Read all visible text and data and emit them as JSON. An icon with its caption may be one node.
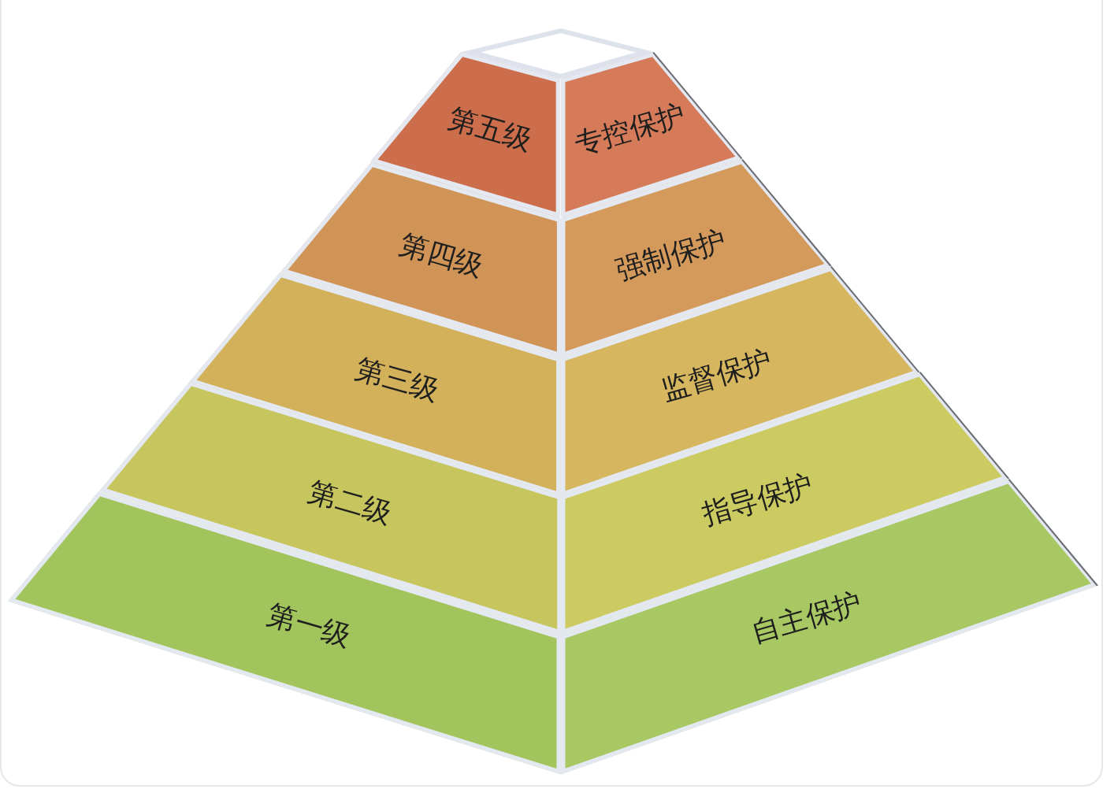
{
  "diagram": {
    "nodes": [
      {
        "text": [],
        "shape": "diamond"
      },
      {
        "text": [
          "第五级"
        ]
      },
      {
        "text": [
          "专控保护"
        ]
      },
      {
        "text": [
          "第四级"
        ]
      },
      {
        "text": [
          "强制保护"
        ]
      },
      {
        "text": [
          "第三级"
        ]
      },
      {
        "text": [
          "监督保护"
        ]
      },
      {
        "text": [
          "第二级"
        ]
      },
      {
        "text": [
          "指导保护"
        ]
      },
      {
        "text": [
          "第一级"
        ]
      },
      {
        "text": [
          "自主保护"
        ]
      }
    ]
  }
}
